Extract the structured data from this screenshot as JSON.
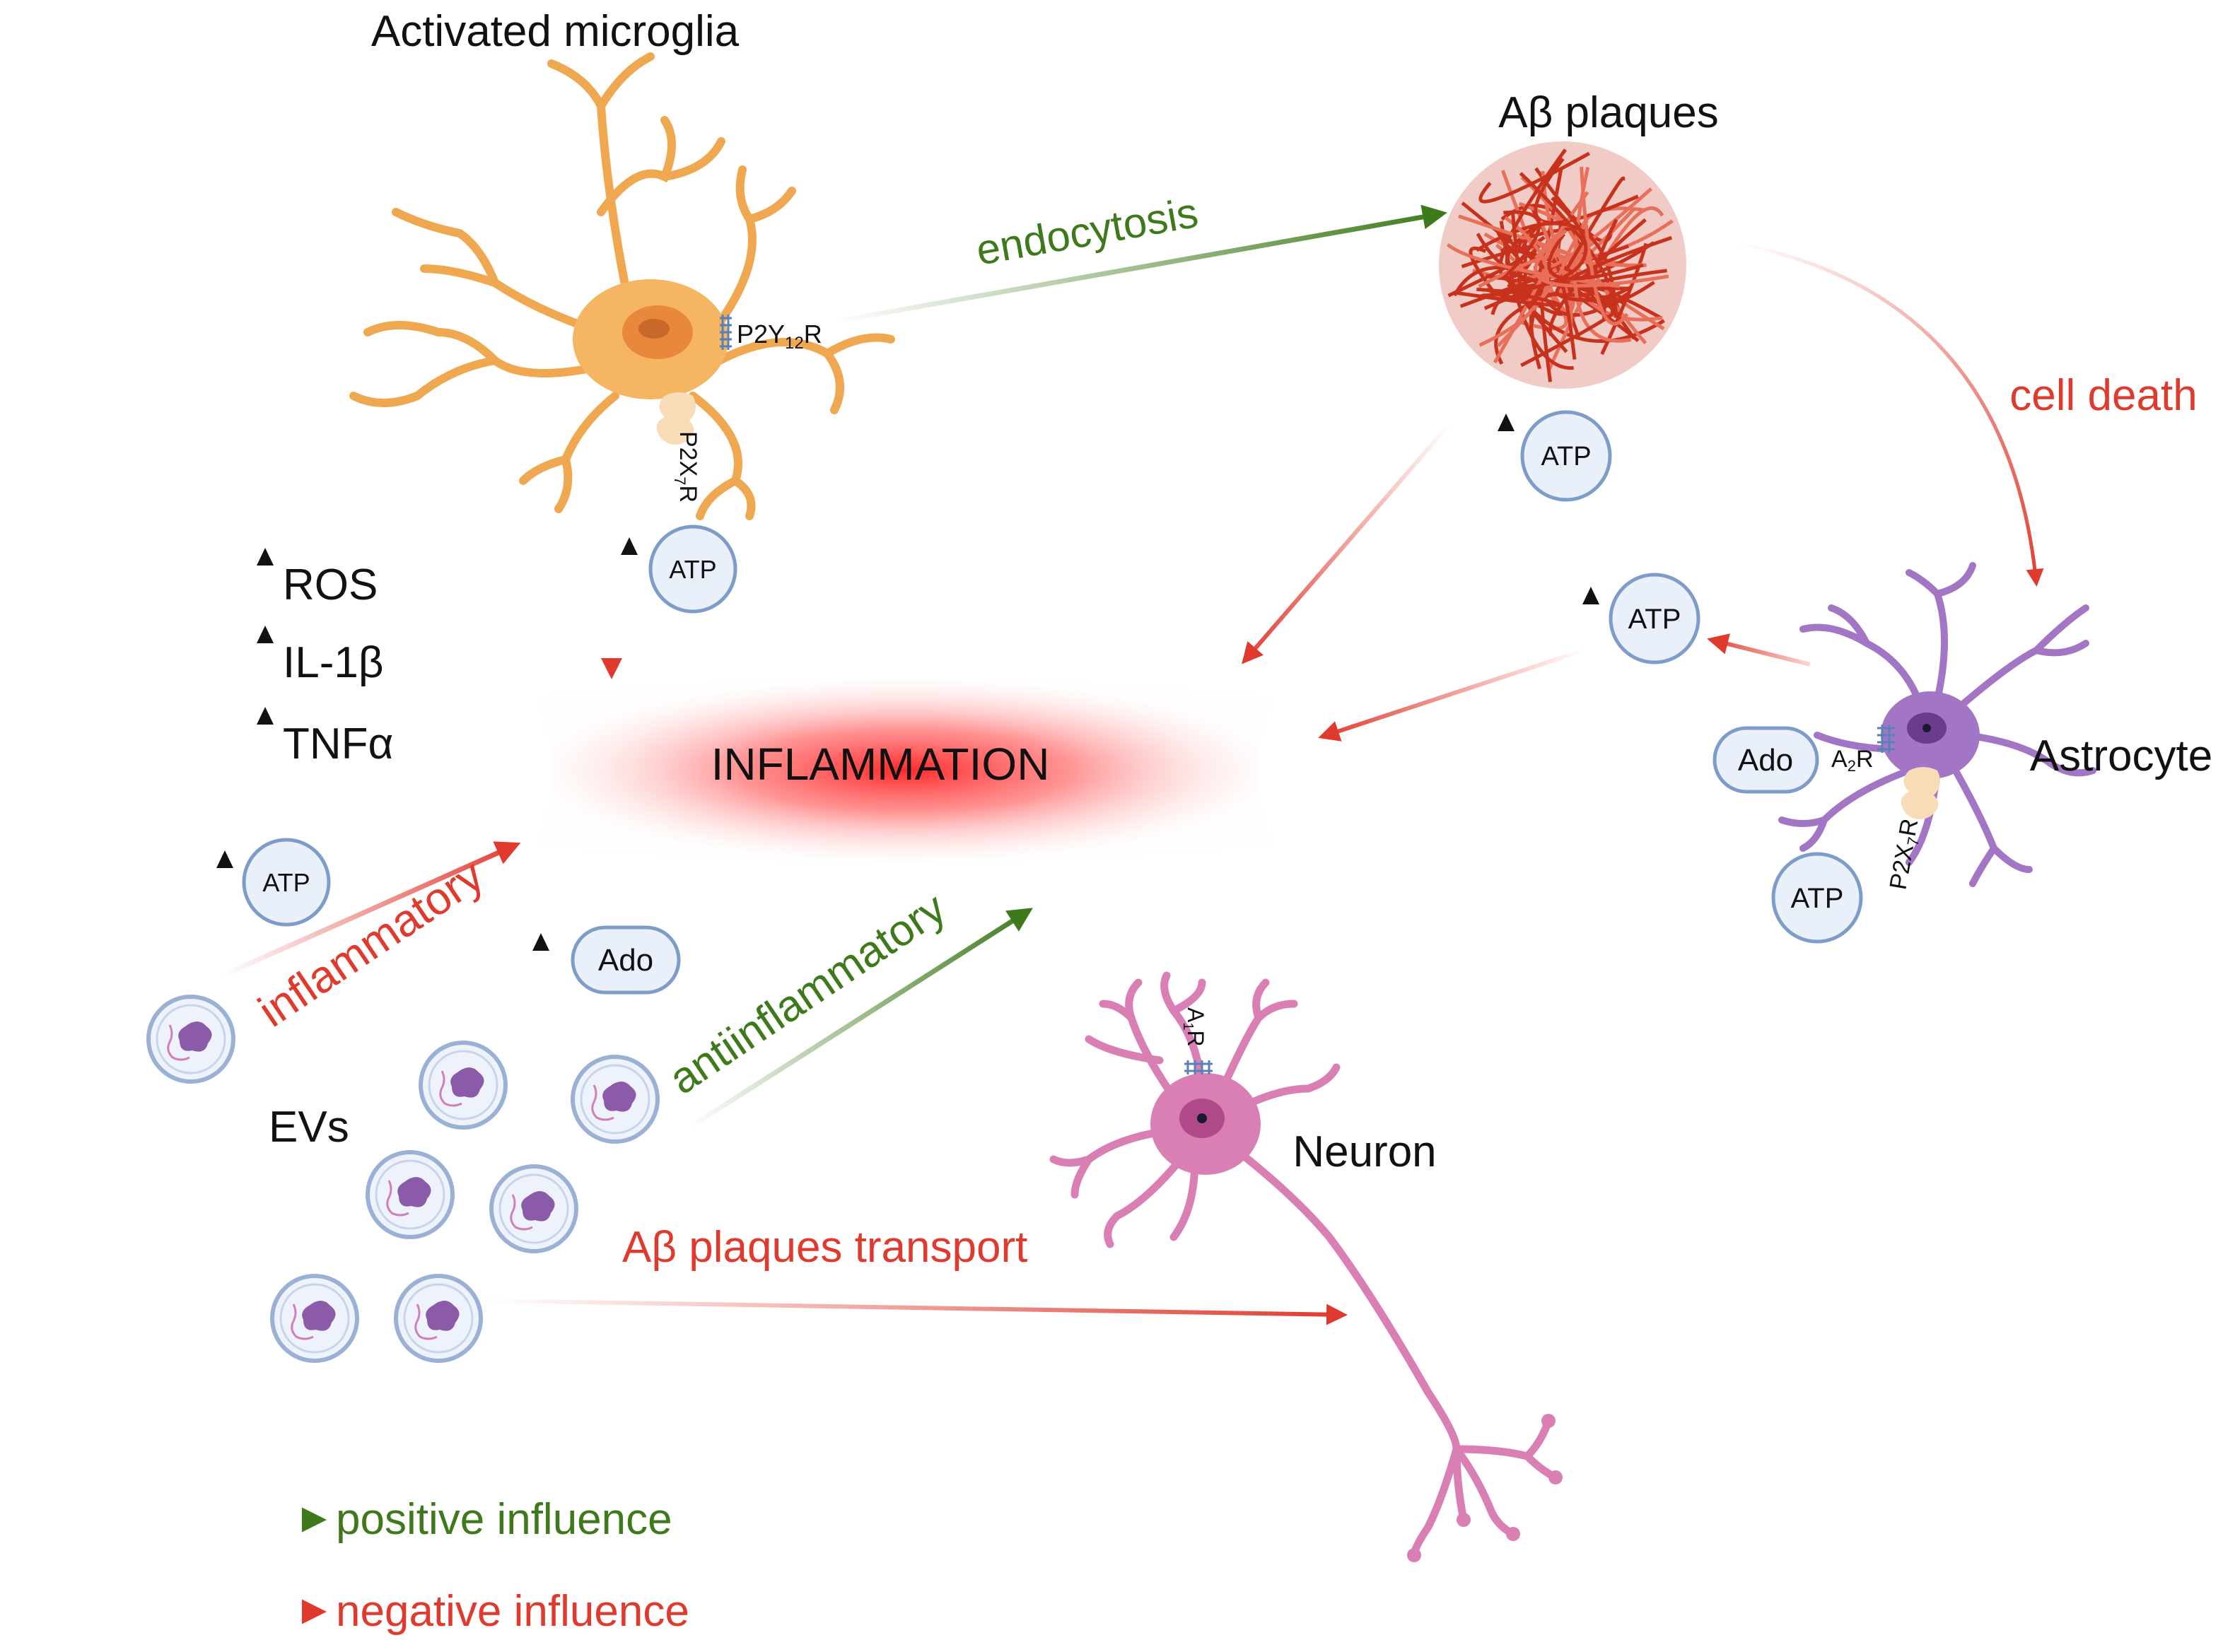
{
  "labels": {
    "microglia": "Activated microglia",
    "plaques": "Aβ plaques",
    "astrocyte": "Astrocyte",
    "neuron": "Neuron",
    "evs": "EVs",
    "inflammation": "INFLAMMATION",
    "endocytosis": "endocytosis",
    "cell_death": "cell death",
    "inflammatory": "inflammatory",
    "antiinflammatory": "antiinflammatory",
    "plaque_transport": "Aβ plaques transport"
  },
  "receptors": {
    "microglia_p2y12r": {
      "base": "P2Y",
      "sub": "12",
      "tail": "R"
    },
    "microglia_p2x7r": {
      "base": "P2X",
      "sub": "7",
      "tail": "R"
    },
    "astrocyte_a2r": {
      "base": "A",
      "sub": "2",
      "tail": "R"
    },
    "astrocyte_p2x7r": {
      "base": "P2X",
      "sub": "7",
      "tail": "R"
    },
    "neuron_a1r": {
      "base": "A",
      "sub": "1",
      "tail": "R"
    }
  },
  "molecules": {
    "atp": "ATP",
    "ado": "Ado"
  },
  "markers": [
    "ROS",
    "IL-1β",
    "TNFα"
  ],
  "legend": {
    "positive": "positive influence",
    "negative": "negative influence"
  },
  "colors": {
    "positive": "#3e7a1c",
    "negative": "#e03a2e",
    "microglia": "#f6b562",
    "astrocyte": "#a276c4",
    "neuron": "#d97fb4",
    "plaque": "#c8321c",
    "molecule_fill": "#eaf0fa",
    "molecule_stroke": "#7e9cc9"
  }
}
